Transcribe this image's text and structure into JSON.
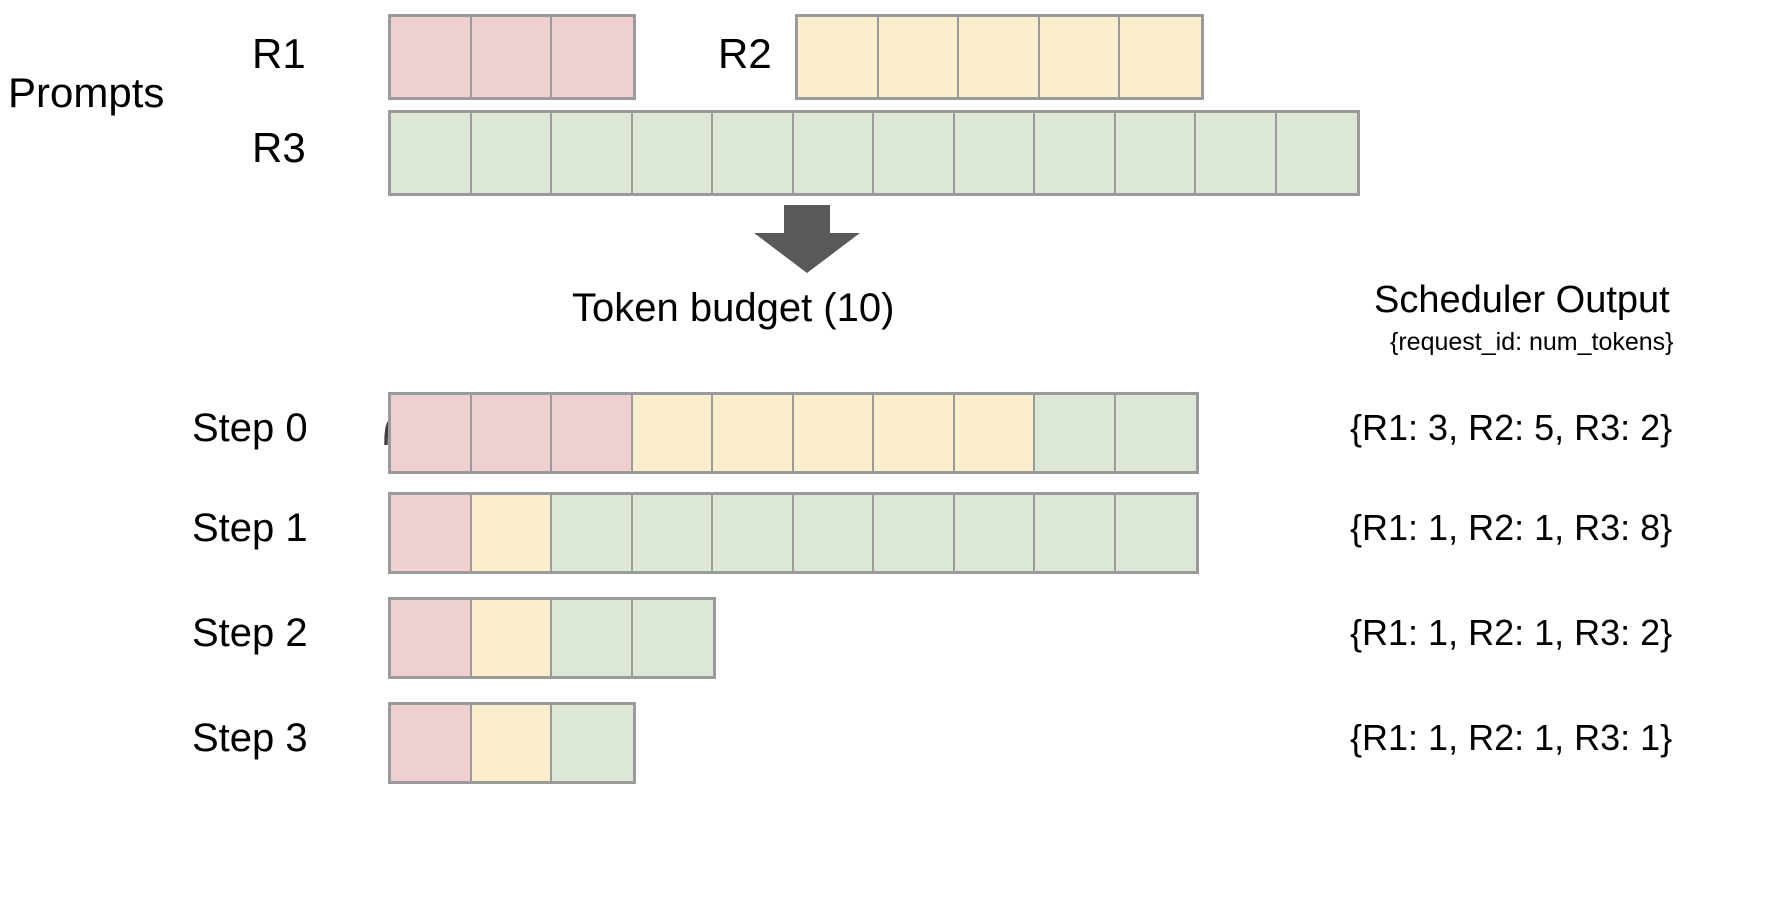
{
  "figure": {
    "section_label": "Prompts",
    "budget_label": "Token budget (10)",
    "arrow_icon": "down-arrow-icon",
    "brace_icon": "curly-brace-icon"
  },
  "colors": {
    "r1": "#efd0d0",
    "r2": "#faeecc",
    "r3": "#dce8d5",
    "border": "#9b9b9b",
    "arrow": "#595959",
    "brace": "#404040",
    "text": "#000000",
    "background": "#ffffff"
  },
  "prompts": {
    "requests": [
      {
        "id": "R1",
        "label": "R1",
        "tokens": 3,
        "color_key": "r1"
      },
      {
        "id": "R2",
        "label": "R2",
        "tokens": 5,
        "color_key": "r2"
      },
      {
        "id": "R3",
        "label": "R3",
        "tokens": 12,
        "color_key": "r3"
      }
    ]
  },
  "scheduler": {
    "title": "Scheduler Output",
    "subtitle": "{request_id: num_tokens}",
    "token_budget": 10,
    "steps": [
      {
        "label": "Step 0",
        "output": "{R1: 3, R2: 5, R3: 2}",
        "segments": [
          {
            "request": "R1",
            "count": 3,
            "color_key": "r1"
          },
          {
            "request": "R2",
            "count": 5,
            "color_key": "r2"
          },
          {
            "request": "R3",
            "count": 2,
            "color_key": "r3"
          }
        ],
        "total": 10
      },
      {
        "label": "Step 1",
        "output": "{R1: 1, R2: 1, R3: 8}",
        "segments": [
          {
            "request": "R1",
            "count": 1,
            "color_key": "r1"
          },
          {
            "request": "R2",
            "count": 1,
            "color_key": "r2"
          },
          {
            "request": "R3",
            "count": 8,
            "color_key": "r3"
          }
        ],
        "total": 10
      },
      {
        "label": "Step 2",
        "output": "{R1: 1, R2: 1, R3: 2}",
        "segments": [
          {
            "request": "R1",
            "count": 1,
            "color_key": "r1"
          },
          {
            "request": "R2",
            "count": 1,
            "color_key": "r2"
          },
          {
            "request": "R3",
            "count": 2,
            "color_key": "r3"
          }
        ],
        "total": 4
      },
      {
        "label": "Step 3",
        "output": "{R1: 1, R2: 1, R3: 1}",
        "segments": [
          {
            "request": "R1",
            "count": 1,
            "color_key": "r1"
          },
          {
            "request": "R2",
            "count": 1,
            "color_key": "r2"
          },
          {
            "request": "R3",
            "count": 1,
            "color_key": "r3"
          }
        ],
        "total": 3
      }
    ]
  }
}
